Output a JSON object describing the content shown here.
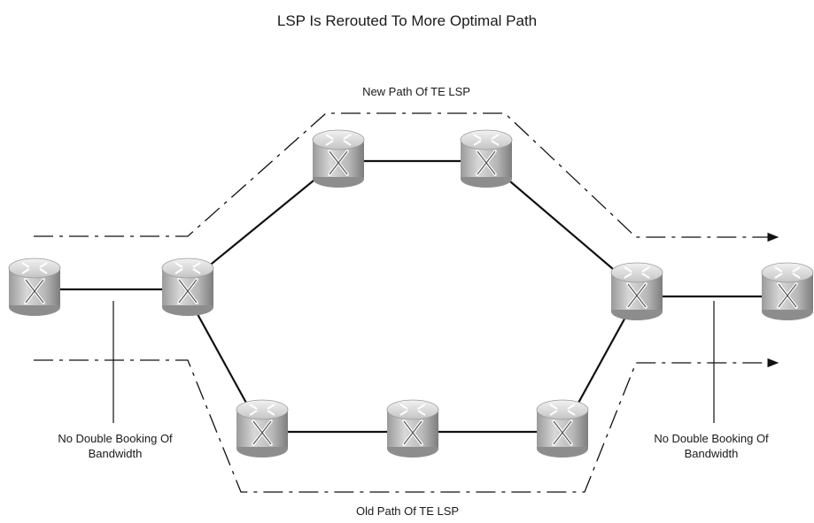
{
  "title": "LSP Is Rerouted To More Optimal Path",
  "labels": {
    "new_path": "New Path Of TE LSP",
    "old_path": "Old Path Of TE LSP",
    "note_left": "No Double Booking Of Bandwidth",
    "note_right": "No Double Booking Of Bandwidth"
  },
  "routers": [
    {
      "id": "edge-left"
    },
    {
      "id": "head-end"
    },
    {
      "id": "top-left"
    },
    {
      "id": "top-right"
    },
    {
      "id": "tail-end"
    },
    {
      "id": "edge-right"
    },
    {
      "id": "bottom-left"
    },
    {
      "id": "bottom-middle"
    },
    {
      "id": "bottom-right"
    }
  ],
  "colors": {
    "router_light": "#dcdcdc",
    "router_dark": "#8a8a8a",
    "line": "#111111"
  }
}
